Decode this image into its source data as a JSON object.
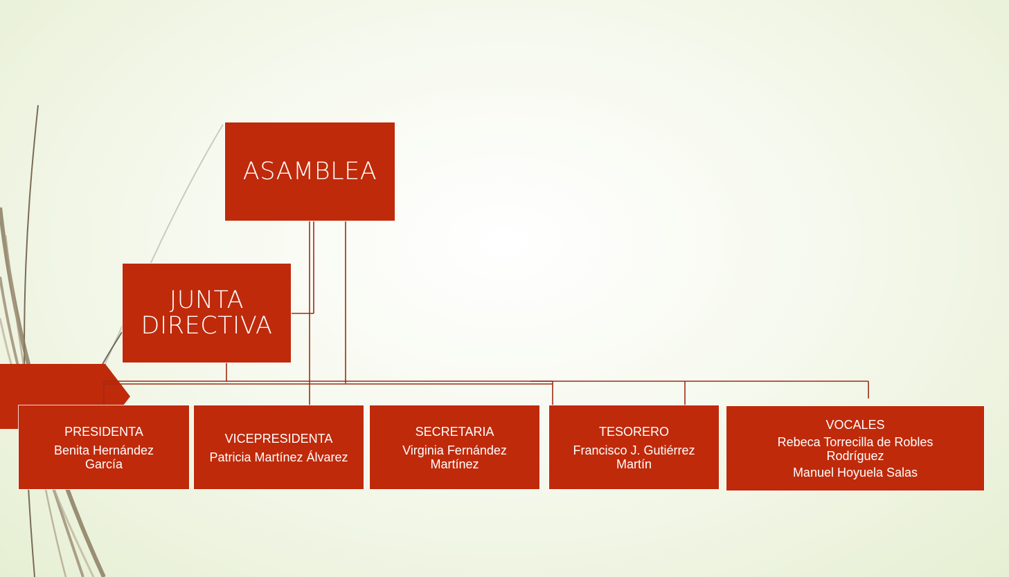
{
  "theme": {
    "box_color": "#bf2a0b",
    "line_color": "#9e2a12",
    "accent_color": "#bf2a0b"
  },
  "top": {
    "label": "ASAMBLEA"
  },
  "board": {
    "label": "JUNTA DIRECTIVA"
  },
  "members": [
    {
      "role": "PRESIDENTA",
      "names": [
        "Benita Hernández García"
      ]
    },
    {
      "role": "VICEPRESIDENTA",
      "names": [
        "Patricia Martínez Álvarez"
      ]
    },
    {
      "role": "SECRETARIA",
      "names": [
        "Virginia Fernández Martínez"
      ]
    },
    {
      "role": "TESORERO",
      "names": [
        "Francisco J. Gutiérrez Martín"
      ]
    },
    {
      "role": "VOCALES",
      "names": [
        "Rebeca Torrecilla de Robles Rodríguez",
        "Manuel Hoyuela Salas"
      ]
    }
  ]
}
